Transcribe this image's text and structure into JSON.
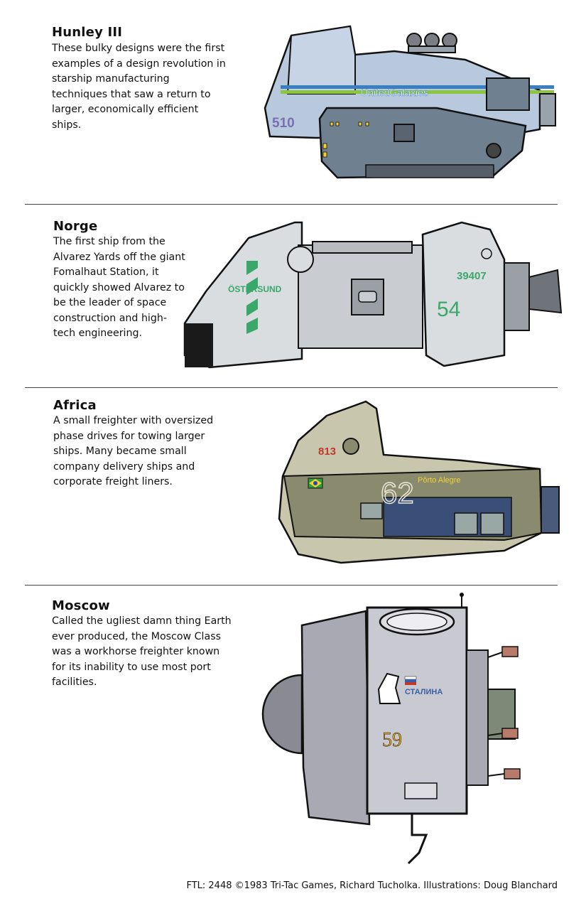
{
  "ships": [
    {
      "title": "Hunley III",
      "description": "These bulky designs were the first examples of a design revolution in starship manufacturing techniques that saw a return to larger, economically efficient ships.",
      "hull_text": "UnitedGalaxies",
      "hull_number": "510"
    },
    {
      "title": "Norge",
      "description": "The first ship from the Alvarez Yards off the giant Fomalhaut Station, it quickly showed Alvarez to be the leader of space construction and high-tech engineering.",
      "hull_text": "ÖSTERSUND",
      "hull_number": "39407",
      "hull_number_large": "54"
    },
    {
      "title": "Africa",
      "description": "A small freighter with oversized phase drives for towing larger ships. Many became small company delivery ships and corporate freight liners.",
      "hull_text": "Pôrto Alegre",
      "hull_number": "813",
      "hull_number_large": "62"
    },
    {
      "title": "Moscow",
      "description": "Called the ugliest damn thing Earth ever produced, the Moscow Class was a workhorse freighter known for its inability to use most port facilities.",
      "hull_text": "СТАЛИНА",
      "hull_number": "59"
    }
  ],
  "footer": "FTL: 2448 ©1983 Tri-Tac Games, Richard Tucholka. Illustrations: Doug Blanchard",
  "colors": {
    "hunley_hull": "#b8c9de",
    "hunley_dark": "#6f8091",
    "hunley_stripe_blue": "#3a7fc1",
    "hunley_stripe_green": "#8cc63f",
    "norge_hull": "#d9dde0",
    "norge_green": "#3aa86b",
    "africa_hull": "#c9c6ae",
    "africa_dark": "#8a8a6e",
    "africa_red": "#c0392b",
    "moscow_hull": "#c9c9d1",
    "moscow_blue": "#3a5fa6",
    "moscow_yellow": "#e3a520"
  }
}
